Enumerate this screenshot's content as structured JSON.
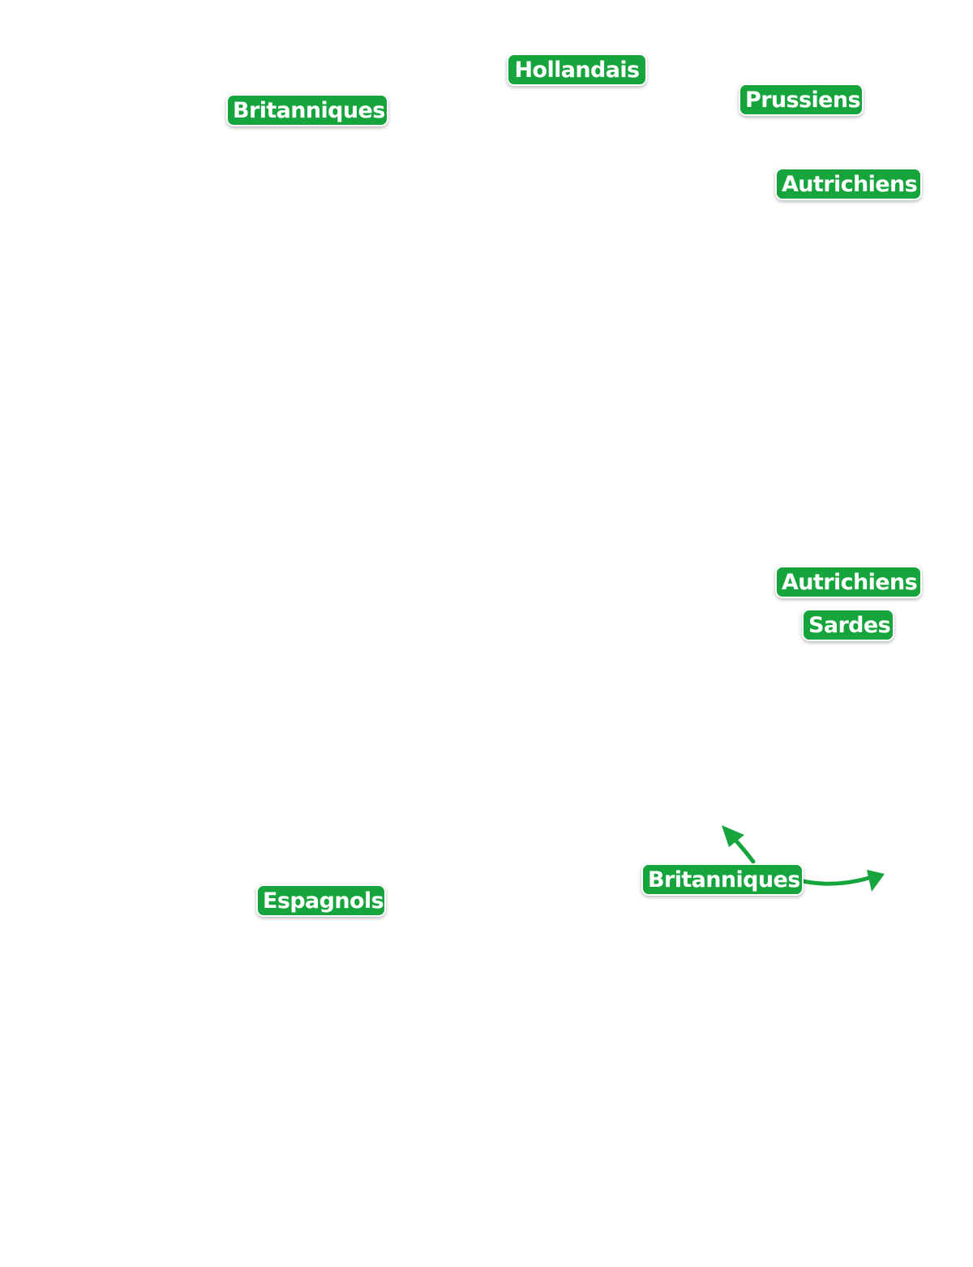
{
  "map": {
    "accent_color": "#16a53c",
    "labels": {
      "britanniques_north": "Britanniques",
      "hollandais": "Hollandais",
      "prussiens": "Prussiens",
      "autrichiens_north": "Autrichiens",
      "autrichiens_south": "Autrichiens",
      "sardes": "Sardes",
      "britanniques_south": "Britanniques",
      "espagnols": "Espagnols"
    },
    "arrows": [
      {
        "from": "britanniques_south",
        "direction": "north-west"
      },
      {
        "from": "britanniques_south",
        "direction": "east"
      }
    ]
  }
}
